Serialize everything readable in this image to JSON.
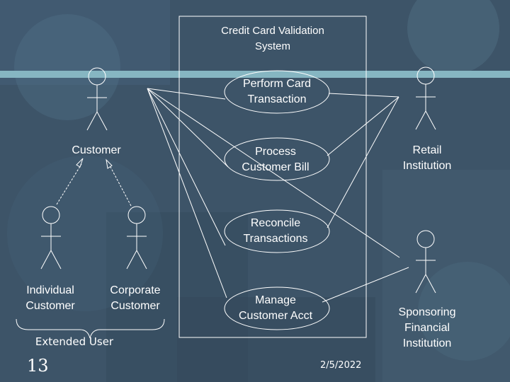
{
  "colors": {
    "background": "#3d5468",
    "accent_bar": "#86b6c2",
    "line": "#ffffff"
  },
  "system": {
    "title_line1": "Credit Card Validation",
    "title_line2": "System"
  },
  "use_cases": [
    {
      "line1": "Perform Card",
      "line2": "Transaction"
    },
    {
      "line1": "Process",
      "line2": "Customer Bill"
    },
    {
      "line1": "Reconcile",
      "line2": "Transactions"
    },
    {
      "line1": "Manage",
      "line2": "Customer Acct"
    }
  ],
  "actors": {
    "customer": {
      "label": "Customer",
      "icon": "stick-figure-icon"
    },
    "individual": {
      "line1": "Individual",
      "line2": "Customer",
      "icon": "stick-figure-icon"
    },
    "corporate": {
      "line1": "Corporate",
      "line2": "Customer",
      "icon": "stick-figure-icon"
    },
    "retail": {
      "line1": "Retail",
      "line2": "Institution",
      "icon": "stick-figure-icon"
    },
    "sponsoring": {
      "line1": "Sponsoring",
      "line2": "Financial",
      "line3": "Institution",
      "icon": "stick-figure-icon"
    }
  },
  "extended_user": "Extended User",
  "footer": {
    "page_number": "13",
    "date": "2/5/2022"
  }
}
